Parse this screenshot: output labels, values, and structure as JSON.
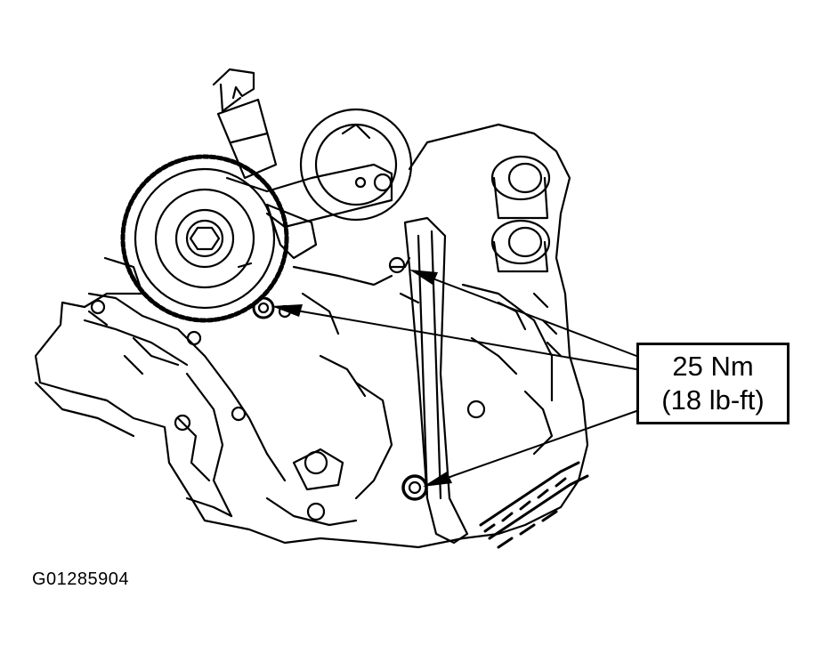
{
  "callout": {
    "torque_metric": "25 Nm",
    "torque_imperial": "(18 lb-ft)"
  },
  "figure_id": "G01285904",
  "colors": {
    "line": "#000000",
    "background": "#ffffff"
  }
}
